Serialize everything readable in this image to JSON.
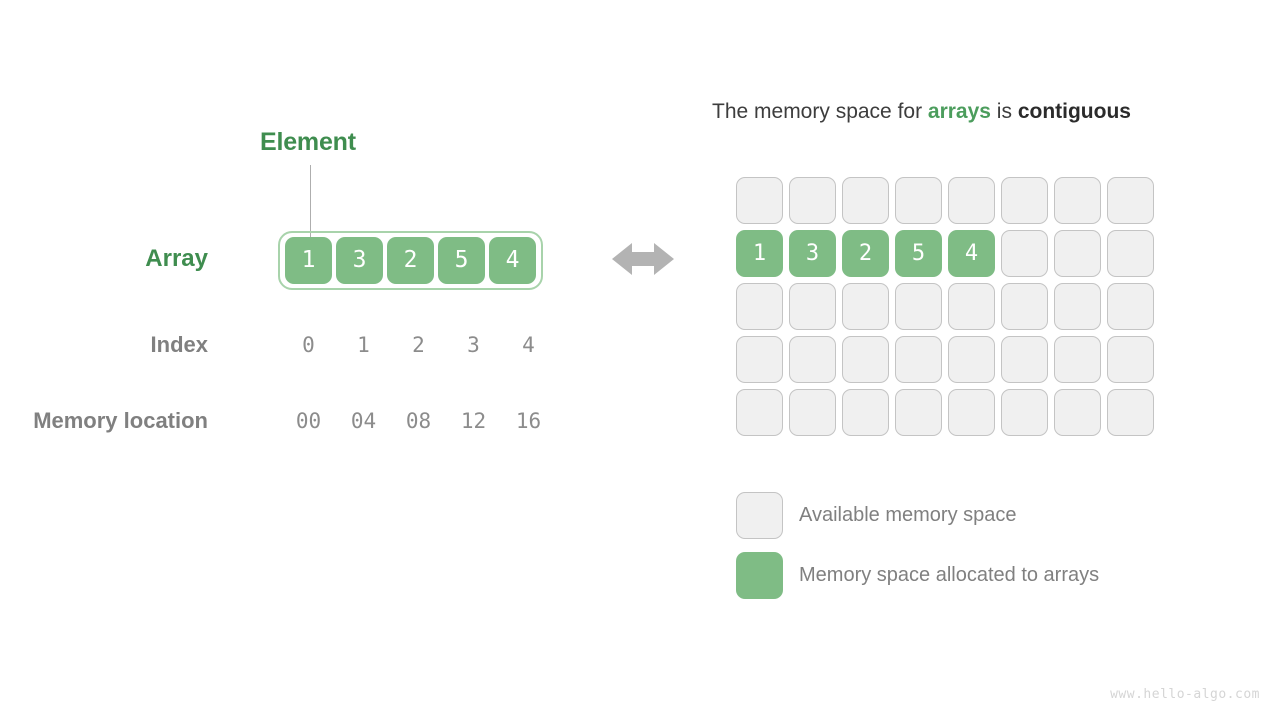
{
  "left": {
    "element_label": "Element",
    "array_label": "Array",
    "index_label": "Index",
    "memory_location_label": "Memory location",
    "array_values": [
      "1",
      "3",
      "2",
      "5",
      "4"
    ],
    "index_values": [
      "0",
      "1",
      "2",
      "3",
      "4"
    ],
    "memory_locations": [
      "00",
      "04",
      "08",
      "12",
      "16"
    ]
  },
  "arrow": {
    "icon": "double-headed-horizontal-arrow-icon",
    "color": "#b3b3b3"
  },
  "right": {
    "title": {
      "part1": "The memory space for ",
      "keyword_green": "arrays",
      "part2": " is ",
      "keyword_bold": "contiguous"
    },
    "grid": {
      "columns": 8,
      "rows": 5,
      "allocated_row_index": 1,
      "allocated_values": [
        "1",
        "3",
        "2",
        "5",
        "4"
      ]
    },
    "legend": [
      {
        "swatch": "free",
        "label": "Available memory space"
      },
      {
        "swatch": "used",
        "label": "Memory space allocated to arrays"
      }
    ]
  },
  "watermark": "www.hello-algo.com",
  "colors": {
    "green_fill": "#7fbc85",
    "green_text": "#3f8d4f",
    "green_border": "#a8d3ab",
    "grey_text": "#808080",
    "cell_free_bg": "#f0f0f0",
    "cell_free_border": "#c4c4c4",
    "arrow_grey": "#b3b3b3"
  }
}
